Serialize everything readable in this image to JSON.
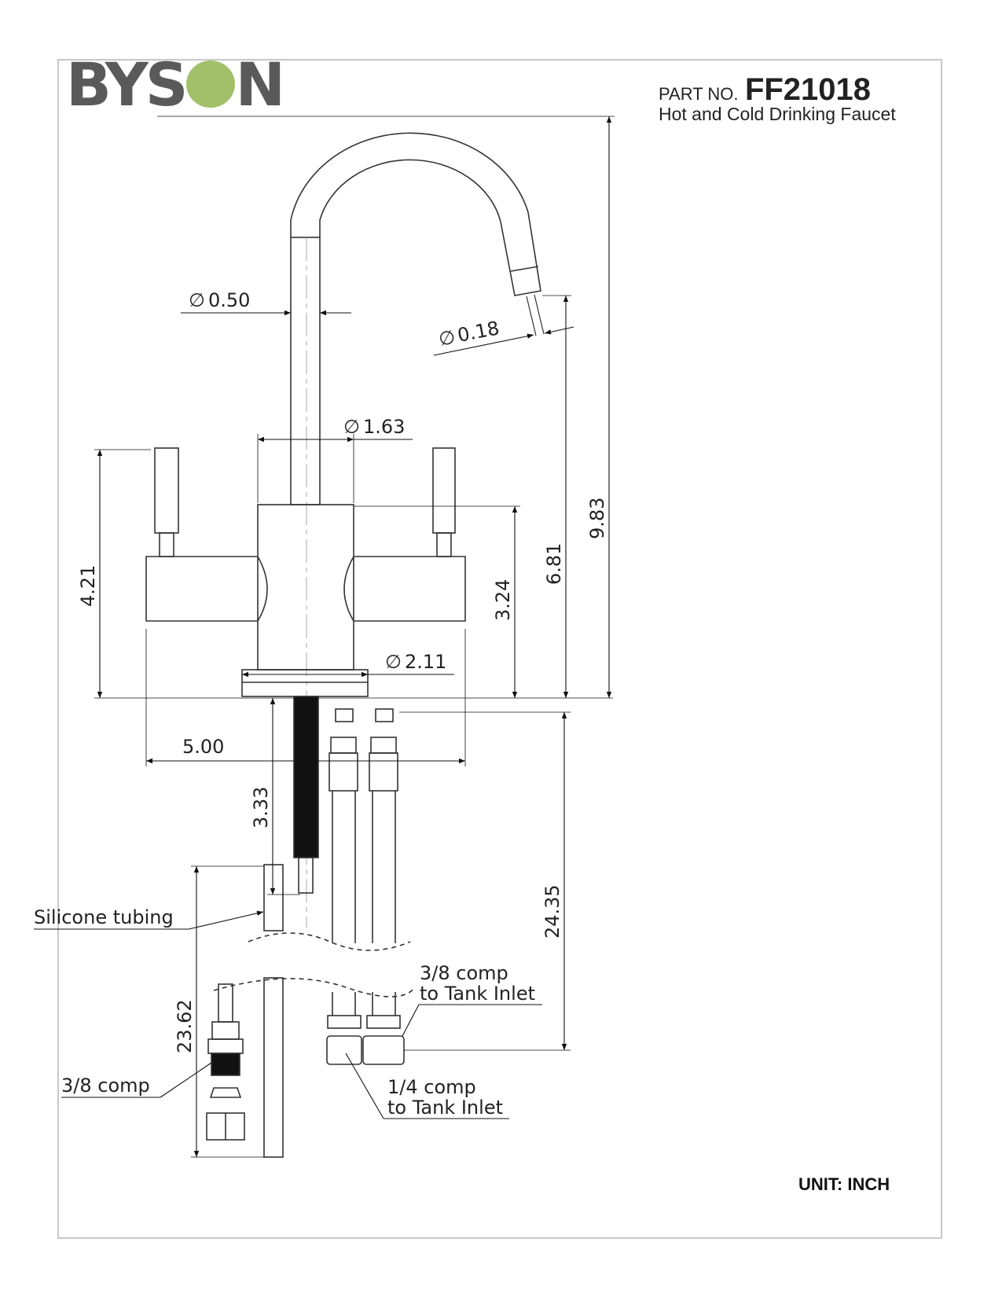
{
  "brand": {
    "logo_text": "BYSON",
    "accent_color": "#a2c06a",
    "logo_color": "#5a5a5a"
  },
  "title_block": {
    "part_label": "PART NO.",
    "part_number": "FF21018",
    "description": "Hot and Cold Drinking Faucet"
  },
  "dimensions": {
    "spout_diameter": "0.50",
    "outlet_diameter": "0.18",
    "body_diameter": "1.63",
    "base_diameter": "2.11",
    "handle_height": "4.21",
    "body_height": "3.24",
    "outlet_height": "6.81",
    "overall_height": "9.83",
    "handle_span": "5.00",
    "shank_length": "3.33",
    "supply_line_length": "24.35",
    "silicone_tubing_length": "23.62"
  },
  "callouts": {
    "silicone_tubing": "Silicone tubing",
    "comp_3_8_line1": "3/8 comp",
    "comp_3_8_line2": "to Tank Inlet",
    "comp_1_4_line1": "1/4 comp",
    "comp_1_4_line2": "to Tank Inlet",
    "comp_3_8_fitting": "3/8 comp"
  },
  "unit_label": "UNIT: INCH",
  "diameter_symbol": "∅"
}
